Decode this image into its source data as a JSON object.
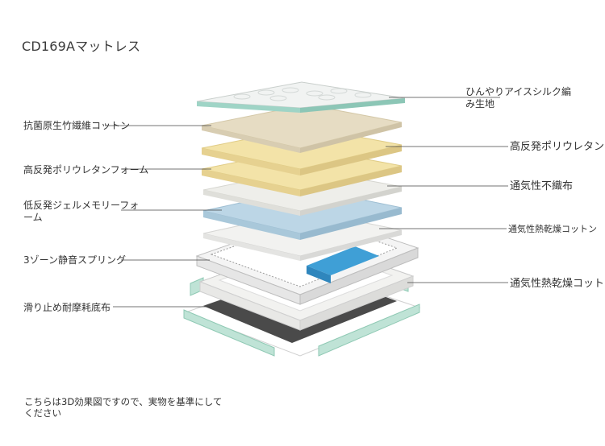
{
  "title": "CD169Aマットレス",
  "left_labels": [
    "抗菌原生竹繊維コットン",
    "高反発ポリウレタンフォーム",
    "低反発ジェルメモリーフォーム",
    "3ゾーン静音スプリング",
    "滑り止め耐摩耗底布"
  ],
  "right_labels": [
    "ひんやりアイスシルク編み生地",
    "高反発ポリウレタン",
    "通気性不織布",
    "通気性熱乾燥コットン",
    "通気性熱乾燥コット"
  ],
  "footnote": "こちらは3D効果図ですので、実物を基準にしてください",
  "colors": {
    "top_fabric": "#f1f3f2",
    "top_edge": "#9fd4c6",
    "bamboo": "#e6dcc3",
    "foam_yellow": "#f3e3a8",
    "nonwoven": "#eeeeea",
    "gel": "#bcd6e6",
    "cotton": "#f2f2f0",
    "spring_blue": "#3f9fd6",
    "base_dark": "#4a4a4a",
    "base_mint": "#bfe3d6",
    "line": "#444444"
  }
}
